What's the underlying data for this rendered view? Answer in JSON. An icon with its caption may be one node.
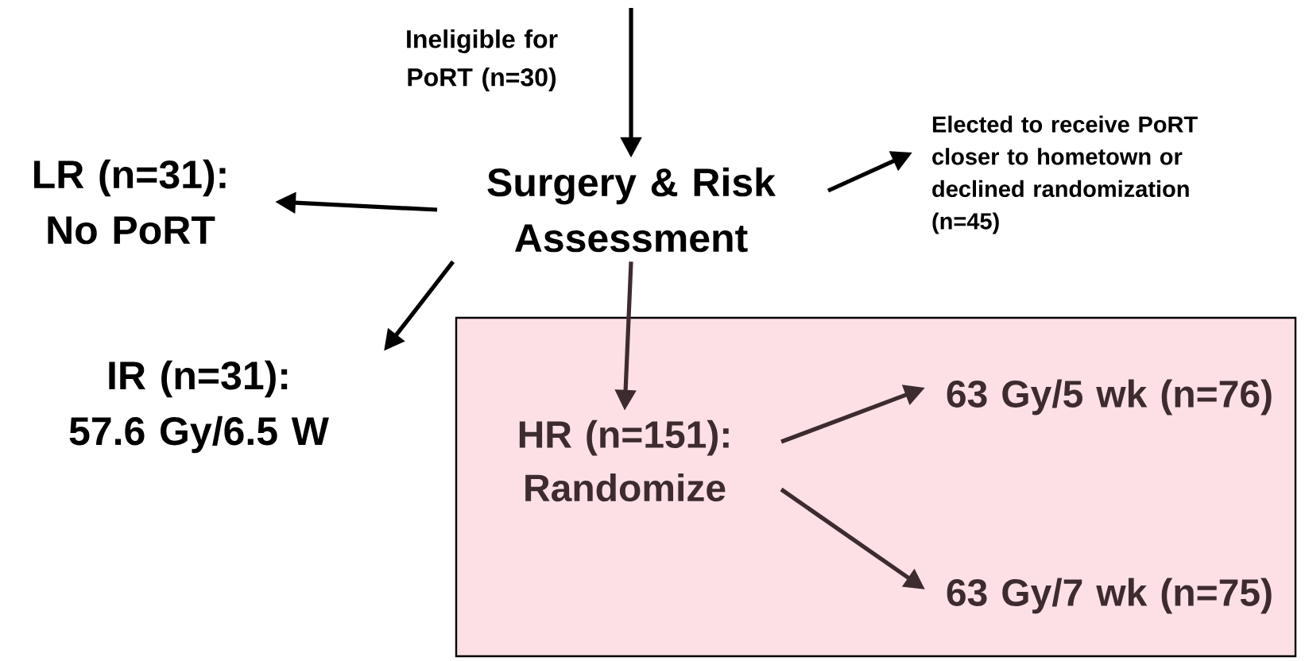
{
  "diagram": {
    "nodes": [
      {
        "text": [
          "Surgery & Risk Assessment"
        ]
      },
      {
        "text": [
          "LR (n=31): No PoRT"
        ]
      },
      {
        "text": [
          "Elected to receive PoRT closer to hometown or declined randomization (n=45)"
        ]
      },
      {
        "text": [
          "IR (n=31): 57.6 Gy/6.5 W"
        ]
      },
      {
        "text": [],
        "shape": "box"
      },
      {
        "text": [
          "HR (n=151): Randomize"
        ],
        "in": 4
      },
      {
        "text": [
          "63 Gy/5 wk (n=76)"
        ],
        "in": 4
      },
      {
        "text": [
          "63 Gy/7 wk (n=75)"
        ],
        "in": 4
      }
    ],
    "edges": [
      {
        "from": null,
        "to": 0,
        "arrow": "to",
        "label": "Ineligible for PoRT (n=30)"
      },
      {
        "from": 0,
        "to": 1,
        "arrow": "to"
      },
      {
        "from": 0,
        "to": 2,
        "arrow": "to"
      },
      {
        "from": 0,
        "to": 3,
        "arrow": "to"
      },
      {
        "from": 0,
        "to": 5,
        "arrow": "to",
        "color": "#3d2b2f"
      },
      {
        "from": 5,
        "to": 6,
        "arrow": "to",
        "color": "#3d2b2f"
      },
      {
        "from": 5,
        "to": 7,
        "arrow": "to",
        "color": "#3d2b2f"
      }
    ]
  }
}
